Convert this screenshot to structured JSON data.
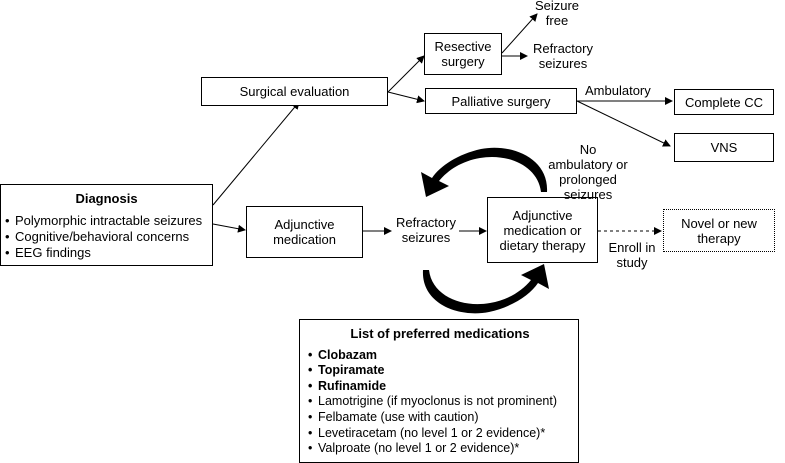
{
  "diagnosis": {
    "title": "Diagnosis",
    "items": [
      "Polymorphic intractable seizures",
      "Cognitive/behavioral concerns",
      "EEG findings"
    ]
  },
  "nodes": {
    "surgical_evaluation": "Surgical evaluation",
    "resective_surgery": "Resective surgery",
    "palliative_surgery": "Palliative surgery",
    "complete_cc": "Complete CC",
    "vns": "VNS",
    "adjunctive_medication": "Adjunctive medication",
    "adjunctive_or_dietary": "Adjunctive medication or dietary therapy",
    "novel_therapy": "Novel or new therapy"
  },
  "labels": {
    "seizure_free": "Seizure free",
    "refractory_seizures_surgery": "Refractory seizures",
    "ambulatory": "Ambulatory",
    "no_ambulatory": "No ambulatory or prolonged seizures",
    "refractory_seizures": "Refractory seizures",
    "enroll_in_study": "Enroll in study"
  },
  "medications": {
    "title": "List of preferred medications",
    "items": [
      {
        "text": "Clobazam",
        "bold": true
      },
      {
        "text": "Topiramate",
        "bold": true
      },
      {
        "text": "Rufinamide",
        "bold": true
      },
      {
        "text": "Lamotrigine (if myoclonus is not prominent)",
        "bold": false
      },
      {
        "text": "Felbamate (use with caution)",
        "bold": false
      },
      {
        "text": "Levetiracetam (no level 1 or 2 evidence)*",
        "bold": false
      },
      {
        "text": "Valproate (no level 1 or 2 evidence)*",
        "bold": false
      }
    ]
  }
}
